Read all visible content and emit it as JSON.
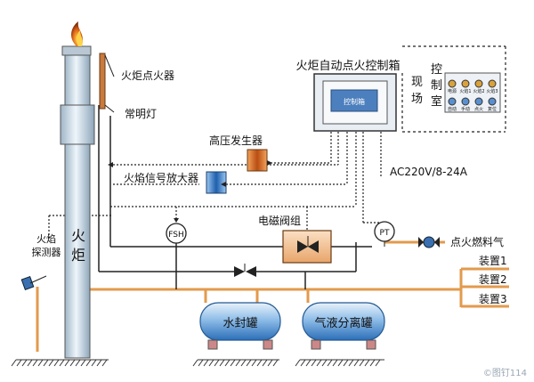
{
  "title": "火炬自动点火控制箱",
  "labels": {
    "torch_igniter": "火炬点火器",
    "pilot_lamp": "常明灯",
    "hv_generator": "高压发生器",
    "flame_amp": "火焰信号放大器",
    "solenoid": "电磁阀组",
    "fuel_gas": "点火燃料气",
    "device1": "装置1",
    "device2": "装置2",
    "device3": "装置3",
    "water_seal": "水封罐",
    "gas_liquid_sep": "气液分离罐",
    "flame_detector": "火焰探测器",
    "torch": "火炬",
    "site": "现场",
    "control_room": "控制室",
    "power": "AC220V/8-24A",
    "panel_label": "控制箱",
    "fsh": "FSH",
    "pt": "PT",
    "watermark": "©图钉114"
  },
  "control_room_panel": {
    "row1": [
      "电源",
      "火焰1",
      "火焰2",
      "火焰3"
    ],
    "row2": [
      "自动",
      "手动",
      "点火",
      "复位"
    ]
  },
  "colors": {
    "pipe": "#e39a4c",
    "line": "#222222",
    "torch_fill": "#c8dcea",
    "tank_fill": "#3a7fc8",
    "orange_box": "#d96a1f",
    "blue_box": "#3f7ec7"
  }
}
